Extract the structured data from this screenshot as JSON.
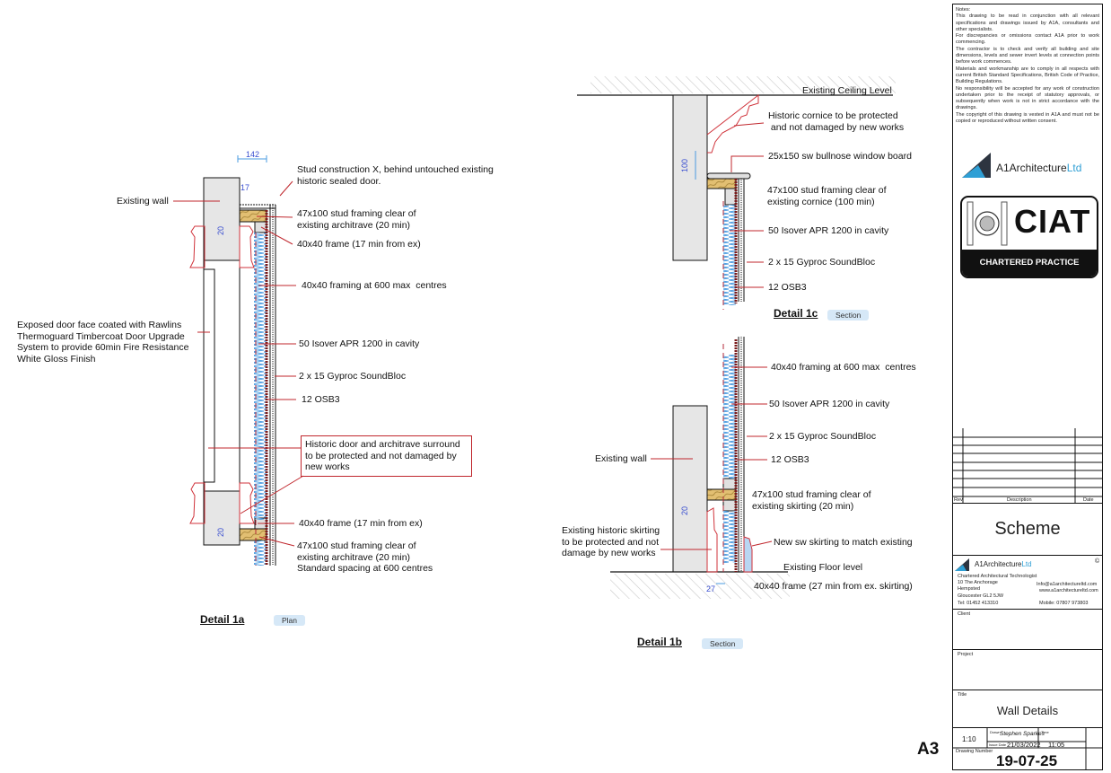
{
  "sheet": {
    "paper_size": "A3",
    "notes_heading": "Notes:",
    "notes": [
      "This drawing to be read in conjunction with all relevant specifications and drawings issued by A1A, consultants and other specialists.",
      "For discrepancies or omissions contact A1A prior to work commencing.",
      "The contractor is to check and verify all building and site dimensions, levels and sewer invert levels at connection points before work commences.",
      "Materials and workmanship are to comply in all respects with current British Standard Specifications, British Code of Practice, Building Regulations.",
      "No responsibility will be accepted for any work of construction undertaken prior to the receipt of statutory approvals, or subsequently when work is not in strict accordance with the drawings.",
      "The copyright of this drawing is vested in A1A and must not be copied or reproduced without written consent."
    ],
    "brand_main": "A1Architecture",
    "brand_suffix": "Ltd",
    "ciat_text": "CIAT",
    "ciat_bar": "CHARTERED PRACTICE",
    "rev_header": {
      "rev": "Rev",
      "description": "Description",
      "date": "Date"
    },
    "status": "Scheme",
    "company": {
      "line1": "Chartered Architectural Technologist",
      "line2": "10 The Anchorage",
      "line3": "Hempsted",
      "line4": "Gloucester GL2 5JW",
      "tel": "Tel: 01452 413310",
      "email": "Info@a1architectureltd.com",
      "web": "www.a1architectureltd.com",
      "mobile": "Mobile: 07807 973803",
      "copyright": "©"
    },
    "client_label": "Client",
    "project_label": "Project",
    "title_label": "Title",
    "title": "Wall Details",
    "scale": "1:10",
    "drawn_label": "Drawn",
    "drawn_by": "Stephen Sparkes",
    "issue_date_label": "Issue Date",
    "issue_date": "21/03/2022",
    "time_label": "Time",
    "time": "11:05",
    "drawing_number_label": "Drawing Number",
    "drawing_number": "19-07-25"
  },
  "detail_1a": {
    "title": "Detail 1a",
    "tag": "Plan",
    "dims": {
      "overall": "142",
      "gap": "17",
      "arch1": "20",
      "arch2": "20"
    },
    "labels": {
      "stud_x": "Stud construction X, behind untouched existing\nhistoric sealed door.",
      "existing_wall": "Existing wall",
      "stud_top": "47x100 stud framing clear of\nexisting architrave (20 min)",
      "frame_top": "40x40 frame (17 min from ex)",
      "framing": "40x40 framing at 600 max  centres",
      "door_face": "Exposed door face coated with Rawlins\nThermoguard Timbercoat Door Upgrade\nSystem to provide 60min Fire Resistance\nWhite Gloss Finish",
      "isover": "50 Isover APR 1200 in cavity",
      "gyproc": "2 x 15 Gyproc SoundBloc",
      "osb": "12 OSB3",
      "historic_door": "Historic door and architrave surround\nto be protected and not damaged by\nnew works",
      "frame_bottom": "40x40 frame (17 min from ex)",
      "stud_bottom": "47x100 stud framing clear of\nexisting architrave (20 min)\nStandard spacing at 600 centres"
    }
  },
  "detail_1b": {
    "title": "Detail 1b",
    "tag": "Section",
    "dims": {
      "skirting": "20",
      "frame": "27"
    },
    "labels": {
      "framing": "40x40 framing at 600 max  centres",
      "isover": "50 Isover APR 1200 in cavity",
      "gyproc": "2 x 15 Gyproc SoundBloc",
      "existing_wall": "Existing wall",
      "osb": "12 OSB3",
      "stud": "47x100 stud framing clear of\nexisting skirting (20 min)",
      "skirting_historic": "Existing historic skirting\nto be protected and not\ndamage by new works",
      "new_skirting": "New sw skirting to match existing",
      "floor": "Existing Floor level",
      "frame": "40x40 frame (27 min from ex. skirting)"
    }
  },
  "detail_1c": {
    "title": "Detail 1c",
    "tag": "Section",
    "dims": {
      "cornice": "100"
    },
    "labels": {
      "ceiling": "Existing Ceiling Level",
      "cornice": "Historic cornice to be protected\n and not damaged by new works",
      "window_board": "25x150 sw bullnose window board",
      "stud": "47x100 stud framing clear of\nexisting cornice (100 min)",
      "isover": "50 Isover APR 1200 in cavity",
      "gyproc": "2 x 15 Gyproc SoundBloc",
      "osb": "12 OSB3"
    }
  }
}
